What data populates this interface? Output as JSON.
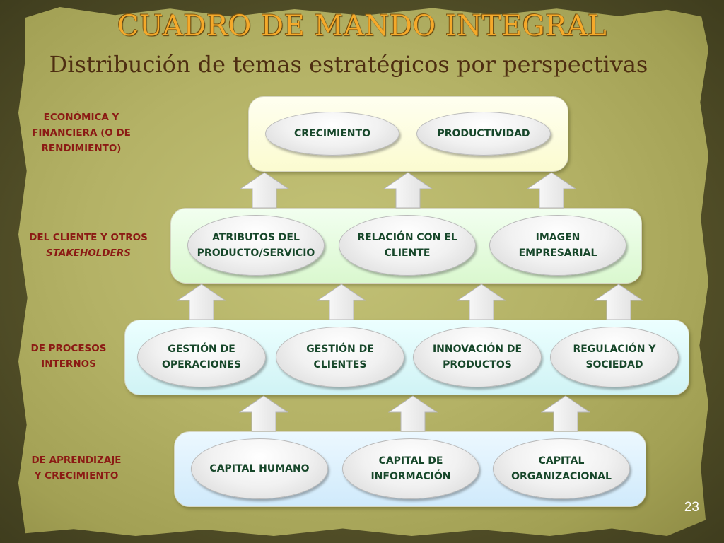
{
  "title": "CUADRO DE MANDO INTEGRAL",
  "subtitle": "Distribución de temas estratégicos por perspectivas",
  "page_number": "23",
  "colors": {
    "title": "#f5a92a",
    "subtitle": "#4e2e12",
    "perspective_label": "#8b1a14",
    "oval_text": "#17472a",
    "band_financial": "#fdfdd8",
    "band_customer": "#e4fbd8",
    "band_process": "#daf7f8",
    "band_learning": "#daeffc"
  },
  "perspectives": [
    {
      "label_lines": [
        "ECONÓMICA Y",
        "FINANCIERA (O DE",
        "RENDIMIENTO)"
      ]
    },
    {
      "label_lines": [
        "DEL CLIENTE Y OTROS"
      ],
      "label_italic": "STAKEHOLDERS"
    },
    {
      "label_lines": [
        "DE PROCESOS",
        "INTERNOS"
      ]
    },
    {
      "label_lines": [
        "DE APRENDIZAJE",
        "Y CRECIMIENTO"
      ]
    }
  ],
  "themes": {
    "financial": [
      {
        "lines": [
          "CRECIMIENTO"
        ]
      },
      {
        "lines": [
          "PRODUCTIVIDAD"
        ]
      }
    ],
    "customer": [
      {
        "lines": [
          "ATRIBUTOS DEL",
          "PRODUCTO/SERVICIO"
        ]
      },
      {
        "lines": [
          "RELACIÓN CON EL",
          "CLIENTE"
        ]
      },
      {
        "lines": [
          "IMAGEN",
          "EMPRESARIAL"
        ]
      }
    ],
    "process": [
      {
        "lines": [
          "GESTIÓN DE",
          "OPERACIONES"
        ]
      },
      {
        "lines": [
          "GESTIÓN DE",
          "CLIENTES"
        ]
      },
      {
        "lines": [
          "INNOVACIÓN DE",
          "PRODUCTOS"
        ]
      },
      {
        "lines": [
          "REGULACIÓN Y",
          "SOCIEDAD"
        ]
      }
    ],
    "learning": [
      {
        "lines": [
          "CAPITAL HUMANO"
        ]
      },
      {
        "lines": [
          "CAPITAL DE",
          "INFORMACIÓN"
        ]
      },
      {
        "lines": [
          "CAPITAL",
          "ORGANIZACIONAL"
        ]
      }
    ]
  }
}
